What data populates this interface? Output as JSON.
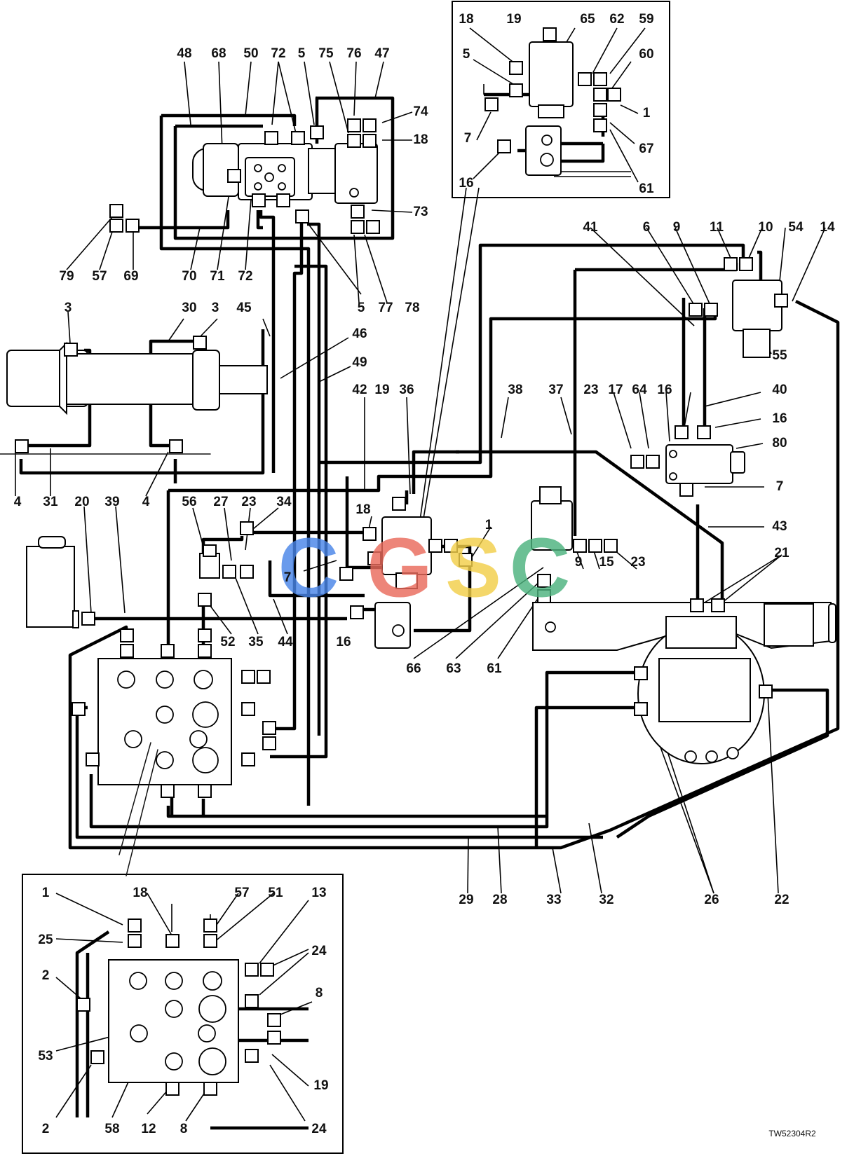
{
  "figure_ref": "TW52304R2",
  "watermark": {
    "letters": [
      {
        "char": "C",
        "color": "#4a86e8"
      },
      {
        "char": "G",
        "color": "#ea6b5c"
      },
      {
        "char": "S",
        "color": "#f2cf4a"
      },
      {
        "char": "C",
        "color": "#4db37e"
      }
    ]
  },
  "callouts": [
    "1",
    "2",
    "3",
    "4",
    "5",
    "6",
    "7",
    "8",
    "9",
    "10",
    "11",
    "12",
    "13",
    "14",
    "15",
    "16",
    "17",
    "18",
    "19",
    "20",
    "21",
    "22",
    "23",
    "24",
    "25",
    "26",
    "27",
    "28",
    "29",
    "30",
    "31",
    "32",
    "33",
    "34",
    "35",
    "36",
    "37",
    "38",
    "39",
    "40",
    "41",
    "42",
    "43",
    "44",
    "45",
    "46",
    "47",
    "48",
    "49",
    "50",
    "51",
    "52",
    "53",
    "54",
    "55",
    "56",
    "57",
    "58",
    "59",
    "60",
    "61",
    "62",
    "63",
    "64",
    "65",
    "66",
    "67",
    "68",
    "69",
    "70",
    "71",
    "72",
    "73",
    "74",
    "75",
    "76",
    "77",
    "78",
    "79",
    "80"
  ]
}
